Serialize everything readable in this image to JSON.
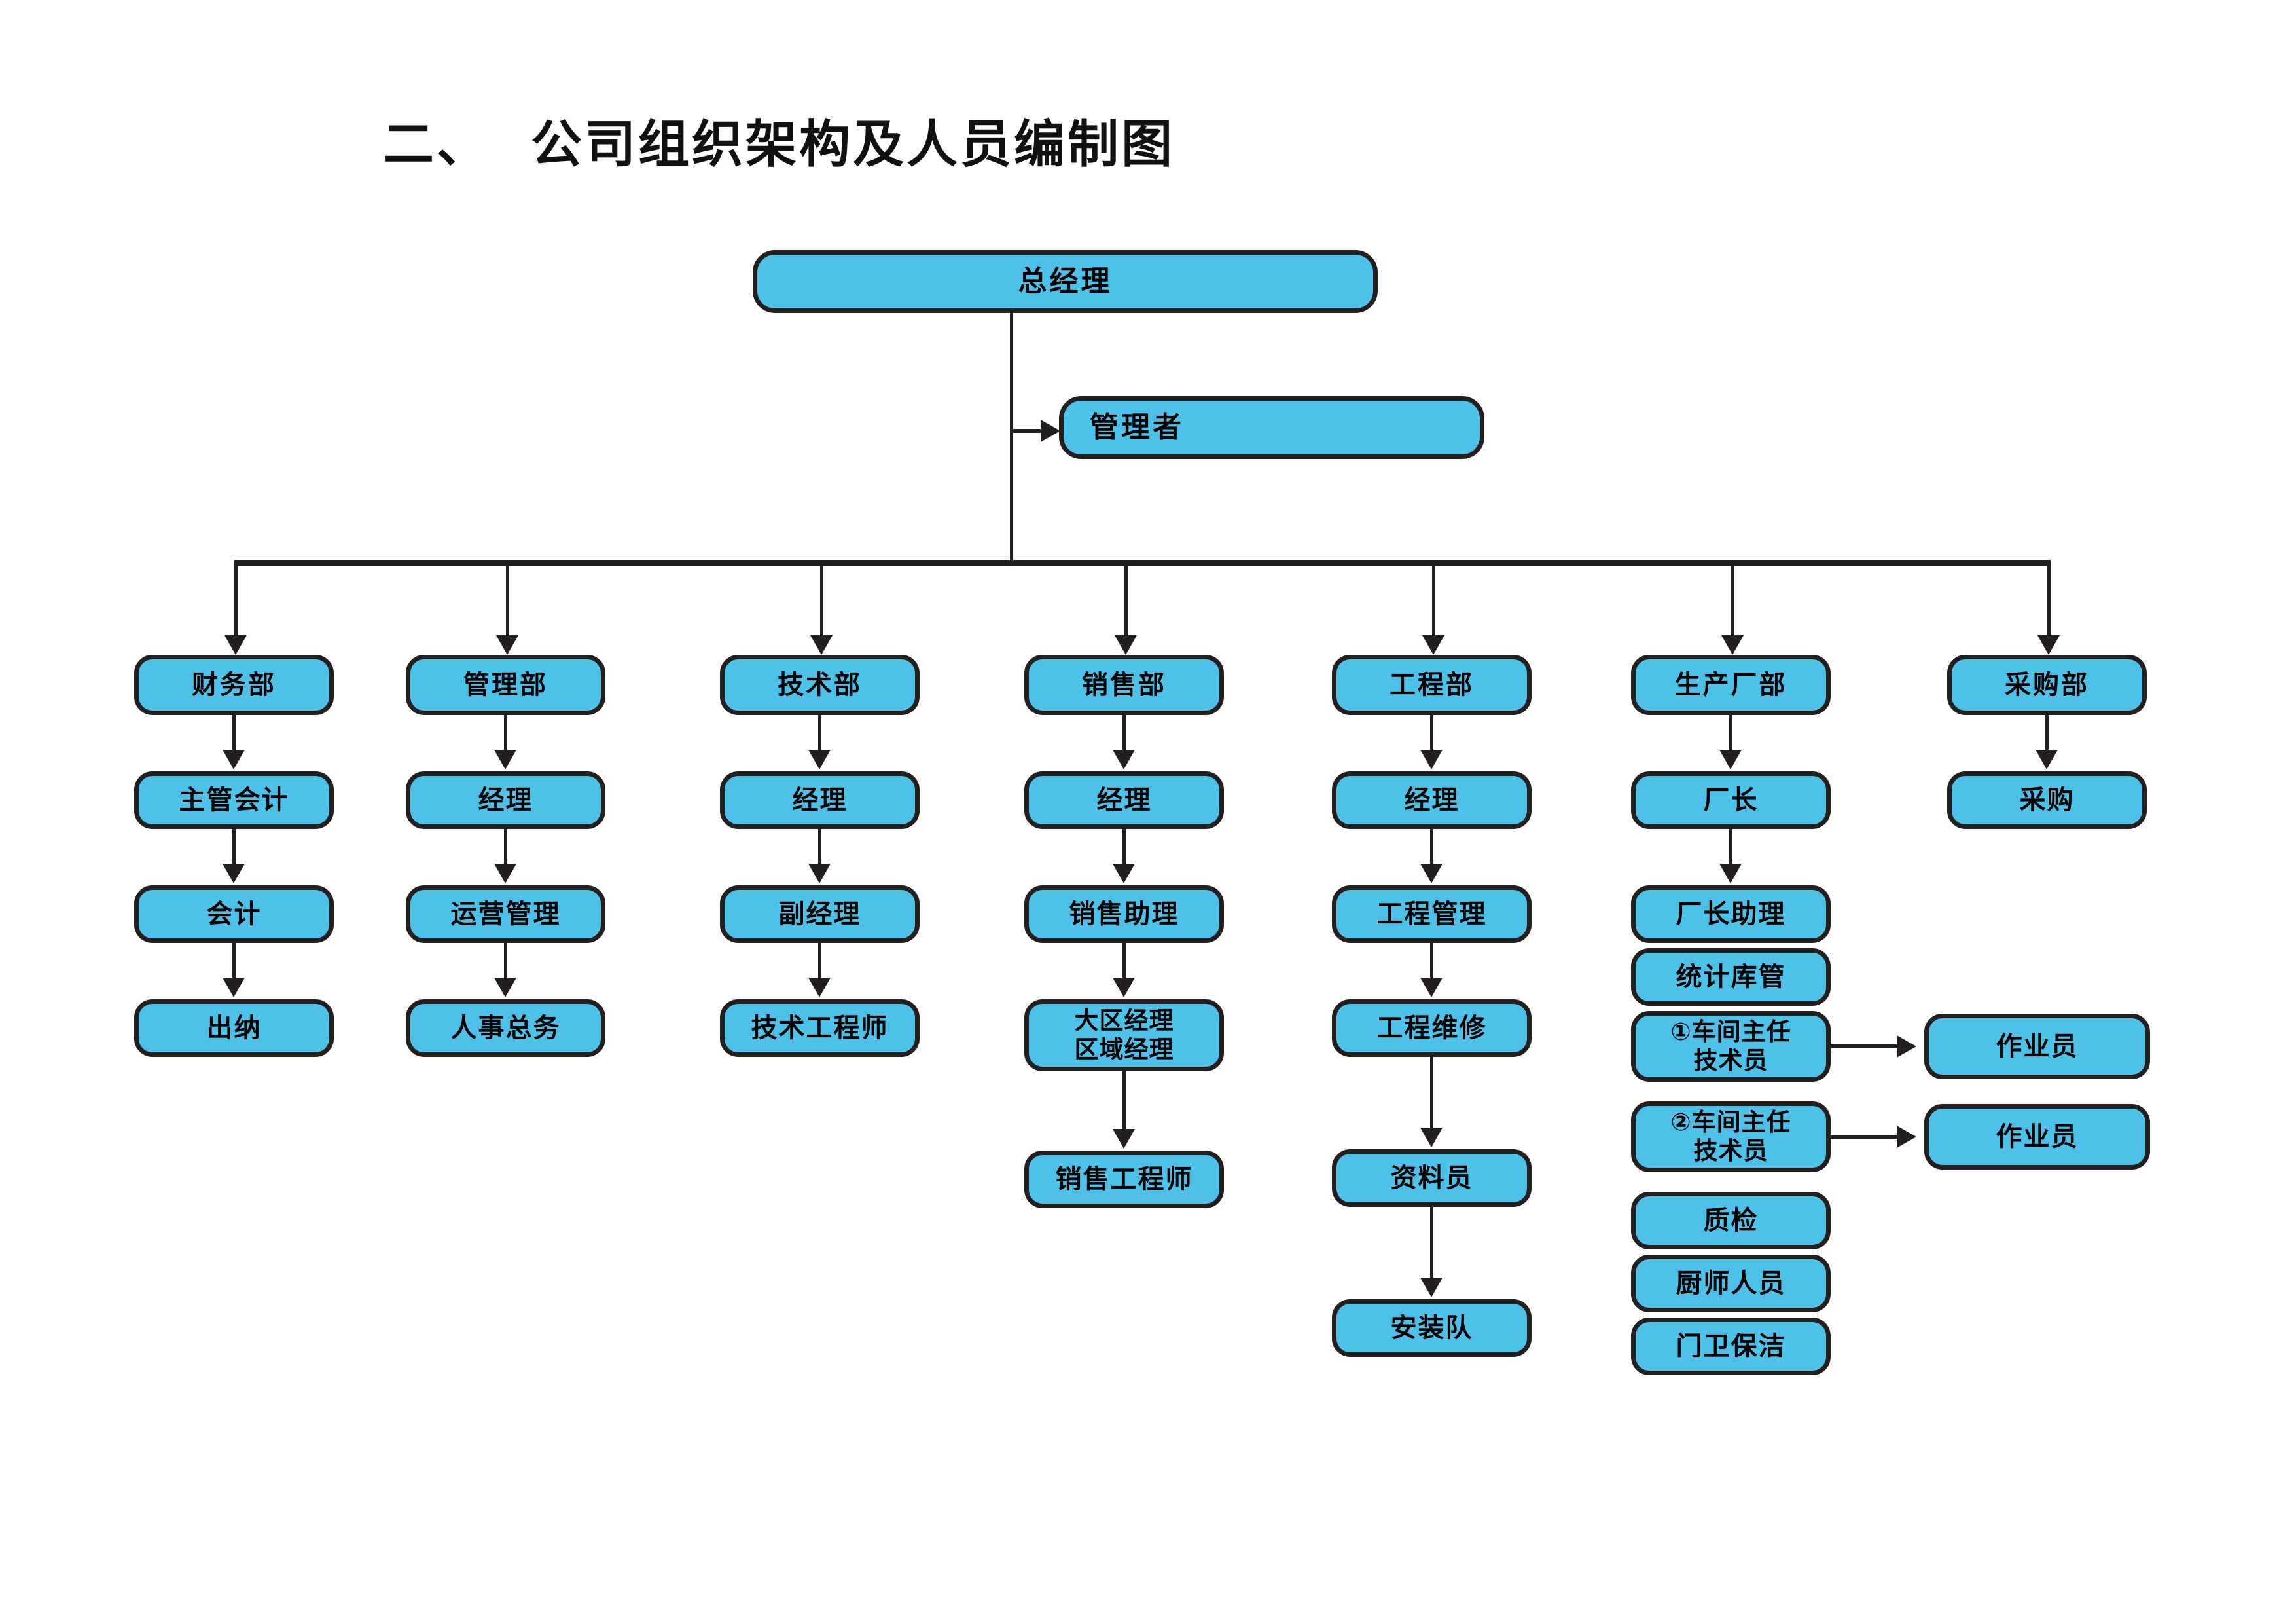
{
  "title": "二、  公司组织架构及人员编制图",
  "colors": {
    "node_fill": "#4ec1e8",
    "node_border": "#231f1e",
    "connector": "#231f1e",
    "background": "#ffffff",
    "text": "#000000"
  },
  "chart_data": {
    "type": "diagram",
    "diagram_type": "organization-chart",
    "title": "二、  公司组织架构及人员编制图",
    "root": "总经理",
    "staff_node": "管理者",
    "columns": [
      {
        "department": "财务部",
        "chain": [
          "主管会计",
          "会计",
          "出纳"
        ]
      },
      {
        "department": "管理部",
        "chain": [
          "经理",
          "运营管理",
          "人事总务"
        ]
      },
      {
        "department": "技术部",
        "chain": [
          "经理",
          "副经理",
          "技术工程师"
        ]
      },
      {
        "department": "销售部",
        "chain": [
          "经理",
          "销售助理",
          "大区经理\n区域经理",
          "销售工程师"
        ]
      },
      {
        "department": "工程部",
        "chain": [
          "经理",
          "工程管理",
          "工程维修",
          "资料员",
          "安装队"
        ]
      },
      {
        "department": "生产厂部",
        "chain": [
          "厂长",
          "厂长助理",
          "统计库管",
          "①车间主任\n技术员",
          "②车间主任\n技术员",
          "质检",
          "厨师人员",
          "门卫保洁"
        ],
        "side_nodes": [
          "作业员",
          "作业员"
        ]
      },
      {
        "department": "采购部",
        "chain": [
          "采购"
        ]
      }
    ]
  },
  "nodes": {
    "general_manager": "总经理",
    "manager": "管理者",
    "dept_finance": "财务部",
    "dept_admin": "管理部",
    "dept_tech": "技术部",
    "dept_sales": "销售部",
    "dept_engineering": "工程部",
    "dept_production": "生产厂部",
    "dept_purchasing": "采购部",
    "fin_1": "主管会计",
    "fin_2": "会计",
    "fin_3": "出纳",
    "adm_1": "经理",
    "adm_2": "运营管理",
    "adm_3": "人事总务",
    "tec_1": "经理",
    "tec_2": "副经理",
    "tec_3": "技术工程师",
    "sal_1": "经理",
    "sal_2": "销售助理",
    "sal_3": "大区经理\n区域经理",
    "sal_4": "销售工程师",
    "eng_1": "经理",
    "eng_2": "工程管理",
    "eng_3": "工程维修",
    "eng_4": "资料员",
    "eng_5": "安装队",
    "pro_1": "厂长",
    "pro_2": "厂长助理",
    "pro_3": "统计库管",
    "pro_4": "①车间主任\n技术员",
    "pro_5": "②车间主任\n技术员",
    "pro_6": "质检",
    "pro_7": "厨师人员",
    "pro_8": "门卫保洁",
    "worker_1": "作业员",
    "worker_2": "作业员",
    "pur_1": "采购"
  }
}
